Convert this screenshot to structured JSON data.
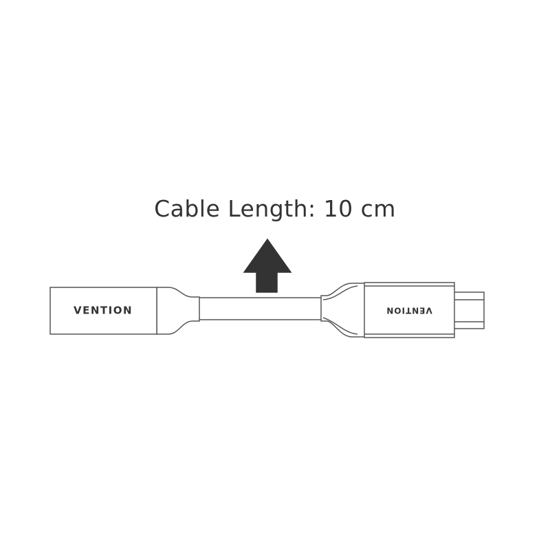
{
  "caption": "Cable Length: 10 cm",
  "left_connector": {
    "brand": "VENTION"
  },
  "right_connector": {
    "brand": "VENTION",
    "orientation": "upside-down"
  },
  "arrow": {
    "direction": "up",
    "color": "#333333"
  },
  "colors": {
    "line": "#444444",
    "fill": "#ffffff",
    "text": "#333333"
  }
}
